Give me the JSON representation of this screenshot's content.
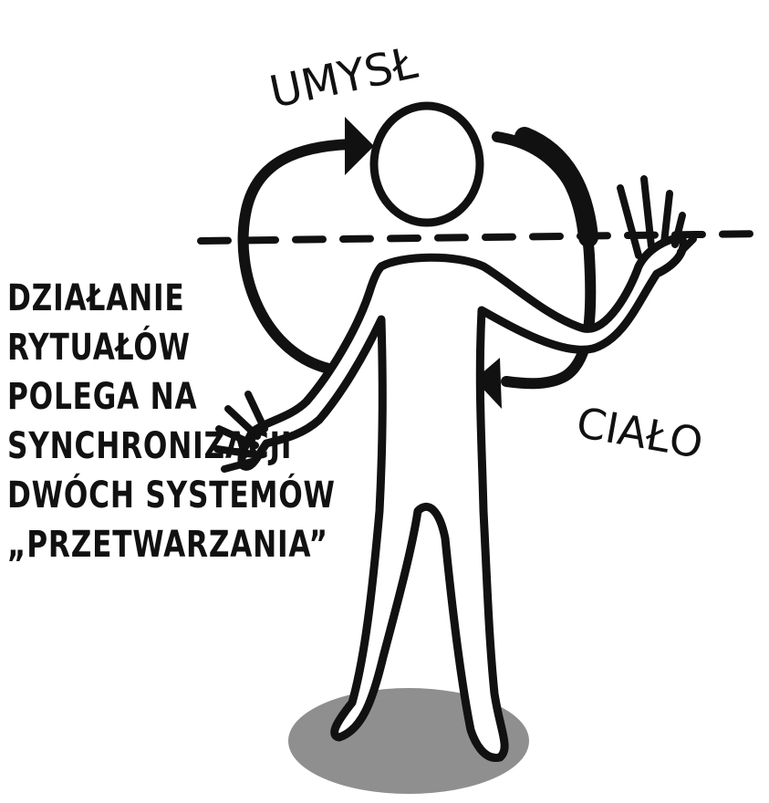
{
  "labels": {
    "mind": "UMYSŁ",
    "body": "CIAŁO"
  },
  "caption_lines": [
    "DZIAŁANIE",
    "RYTUAŁÓW",
    "POLEGA NA",
    "SYNCHRONIZACJI",
    "DWÓCH SYSTEMÓW",
    "„PRZETWARZANIA”"
  ],
  "colors": {
    "ink": "#111111",
    "shadow": "#8f8f8f",
    "background": "#ffffff"
  }
}
